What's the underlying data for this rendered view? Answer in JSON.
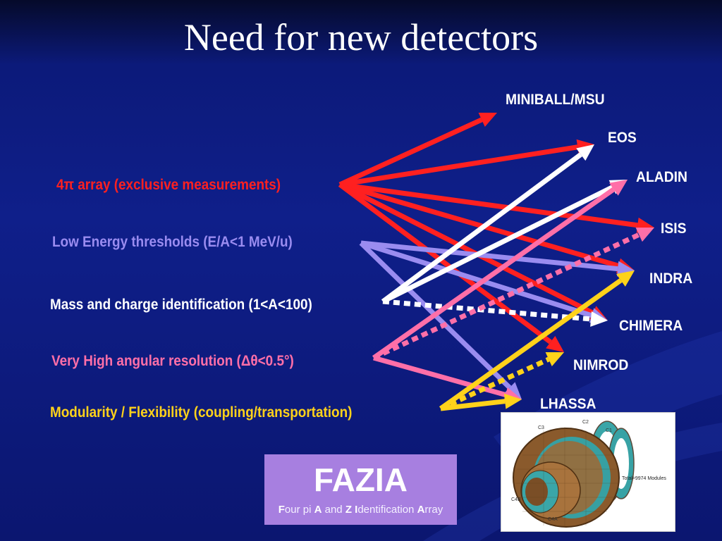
{
  "slide": {
    "title": "Need for new detectors"
  },
  "requirements": [
    {
      "id": "r1",
      "label": "4π array (exclusive measurements)",
      "color": "#ff2020"
    },
    {
      "id": "r2",
      "label": "Low Energy thresholds (E/A<1 MeV/u)",
      "color": "#9a8cf0"
    },
    {
      "id": "r3",
      "label": "Mass and charge identification (1<A<100)",
      "color": "#ffffff"
    },
    {
      "id": "r4",
      "label": "Very High angular resolution (Δθ<0.5°)",
      "color": "#ff6fa8"
    },
    {
      "id": "r5",
      "label": "Modularity / Flexibility (coupling/transportation)",
      "color": "#ffd21a"
    }
  ],
  "detectors": [
    "MINIBALL/MSU",
    "EOS",
    "ALADIN",
    "ISIS",
    "INDRA",
    "CHIMERA",
    "NIMROD",
    "LHASSA"
  ],
  "links": [
    {
      "from": "r1",
      "to": "MINIBALL/MSU",
      "style": "solid"
    },
    {
      "from": "r1",
      "to": "EOS",
      "style": "solid"
    },
    {
      "from": "r1",
      "to": "ISIS",
      "style": "solid"
    },
    {
      "from": "r1",
      "to": "INDRA",
      "style": "solid"
    },
    {
      "from": "r1",
      "to": "CHIMERA",
      "style": "solid"
    },
    {
      "from": "r1",
      "to": "NIMROD",
      "style": "solid"
    },
    {
      "from": "r2",
      "to": "INDRA",
      "style": "solid"
    },
    {
      "from": "r2",
      "to": "CHIMERA",
      "style": "solid"
    },
    {
      "from": "r2",
      "to": "LHASSA",
      "style": "solid"
    },
    {
      "from": "r3",
      "to": "EOS",
      "style": "solid"
    },
    {
      "from": "r3",
      "to": "ALADIN",
      "style": "solid"
    },
    {
      "from": "r3",
      "to": "CHIMERA",
      "style": "dotted"
    },
    {
      "from": "r4",
      "to": "ALADIN",
      "style": "solid"
    },
    {
      "from": "r4",
      "to": "ISIS",
      "style": "dotted"
    },
    {
      "from": "r4",
      "to": "LHASSA",
      "style": "solid"
    },
    {
      "from": "r5",
      "to": "INDRA",
      "style": "solid"
    },
    {
      "from": "r5",
      "to": "NIMROD",
      "style": "dotted"
    },
    {
      "from": "r5",
      "to": "LHASSA",
      "style": "solid"
    }
  ],
  "fazia": {
    "name": "FAZIA",
    "sub": [
      {
        "text": "F",
        "bold": true
      },
      {
        "text": "our pi ",
        "bold": false
      },
      {
        "text": "A",
        "bold": true
      },
      {
        "text": " and ",
        "bold": false
      },
      {
        "text": "Z",
        "bold": true
      },
      {
        "text": " ",
        "bold": false
      },
      {
        "text": "I",
        "bold": true
      },
      {
        "text": "dentification ",
        "bold": false
      },
      {
        "text": "A",
        "bold": true
      },
      {
        "text": "rray",
        "bold": false
      }
    ]
  },
  "detector_image": {
    "modules_label": "Total=9974 Modules",
    "ring_labels": [
      "C3",
      "C2",
      "C1",
      "C4B",
      "C4A"
    ]
  }
}
